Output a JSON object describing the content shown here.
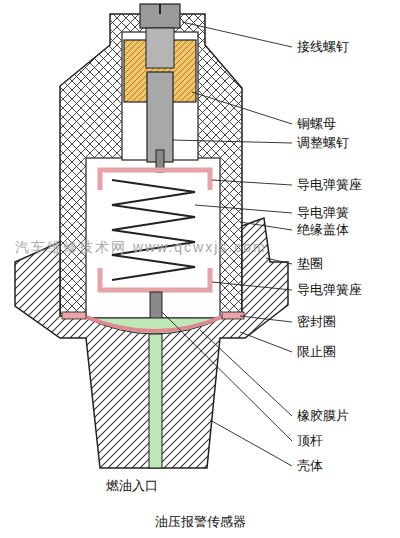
{
  "diagram": {
    "caption": "油压报警传感器",
    "labels": [
      "接线螺钉",
      "铜螺母",
      "调整螺钉",
      "导电弹簧座",
      "导电弹簧",
      "汽车维修技术网 www.qcwxjs.com",
      "绝缘盖体",
      "垫圈",
      "导电弹簧座",
      "密封圈",
      "限止圈",
      "橡胶膜片",
      "顶杆",
      "壳体",
      "燃油入口"
    ]
  }
}
